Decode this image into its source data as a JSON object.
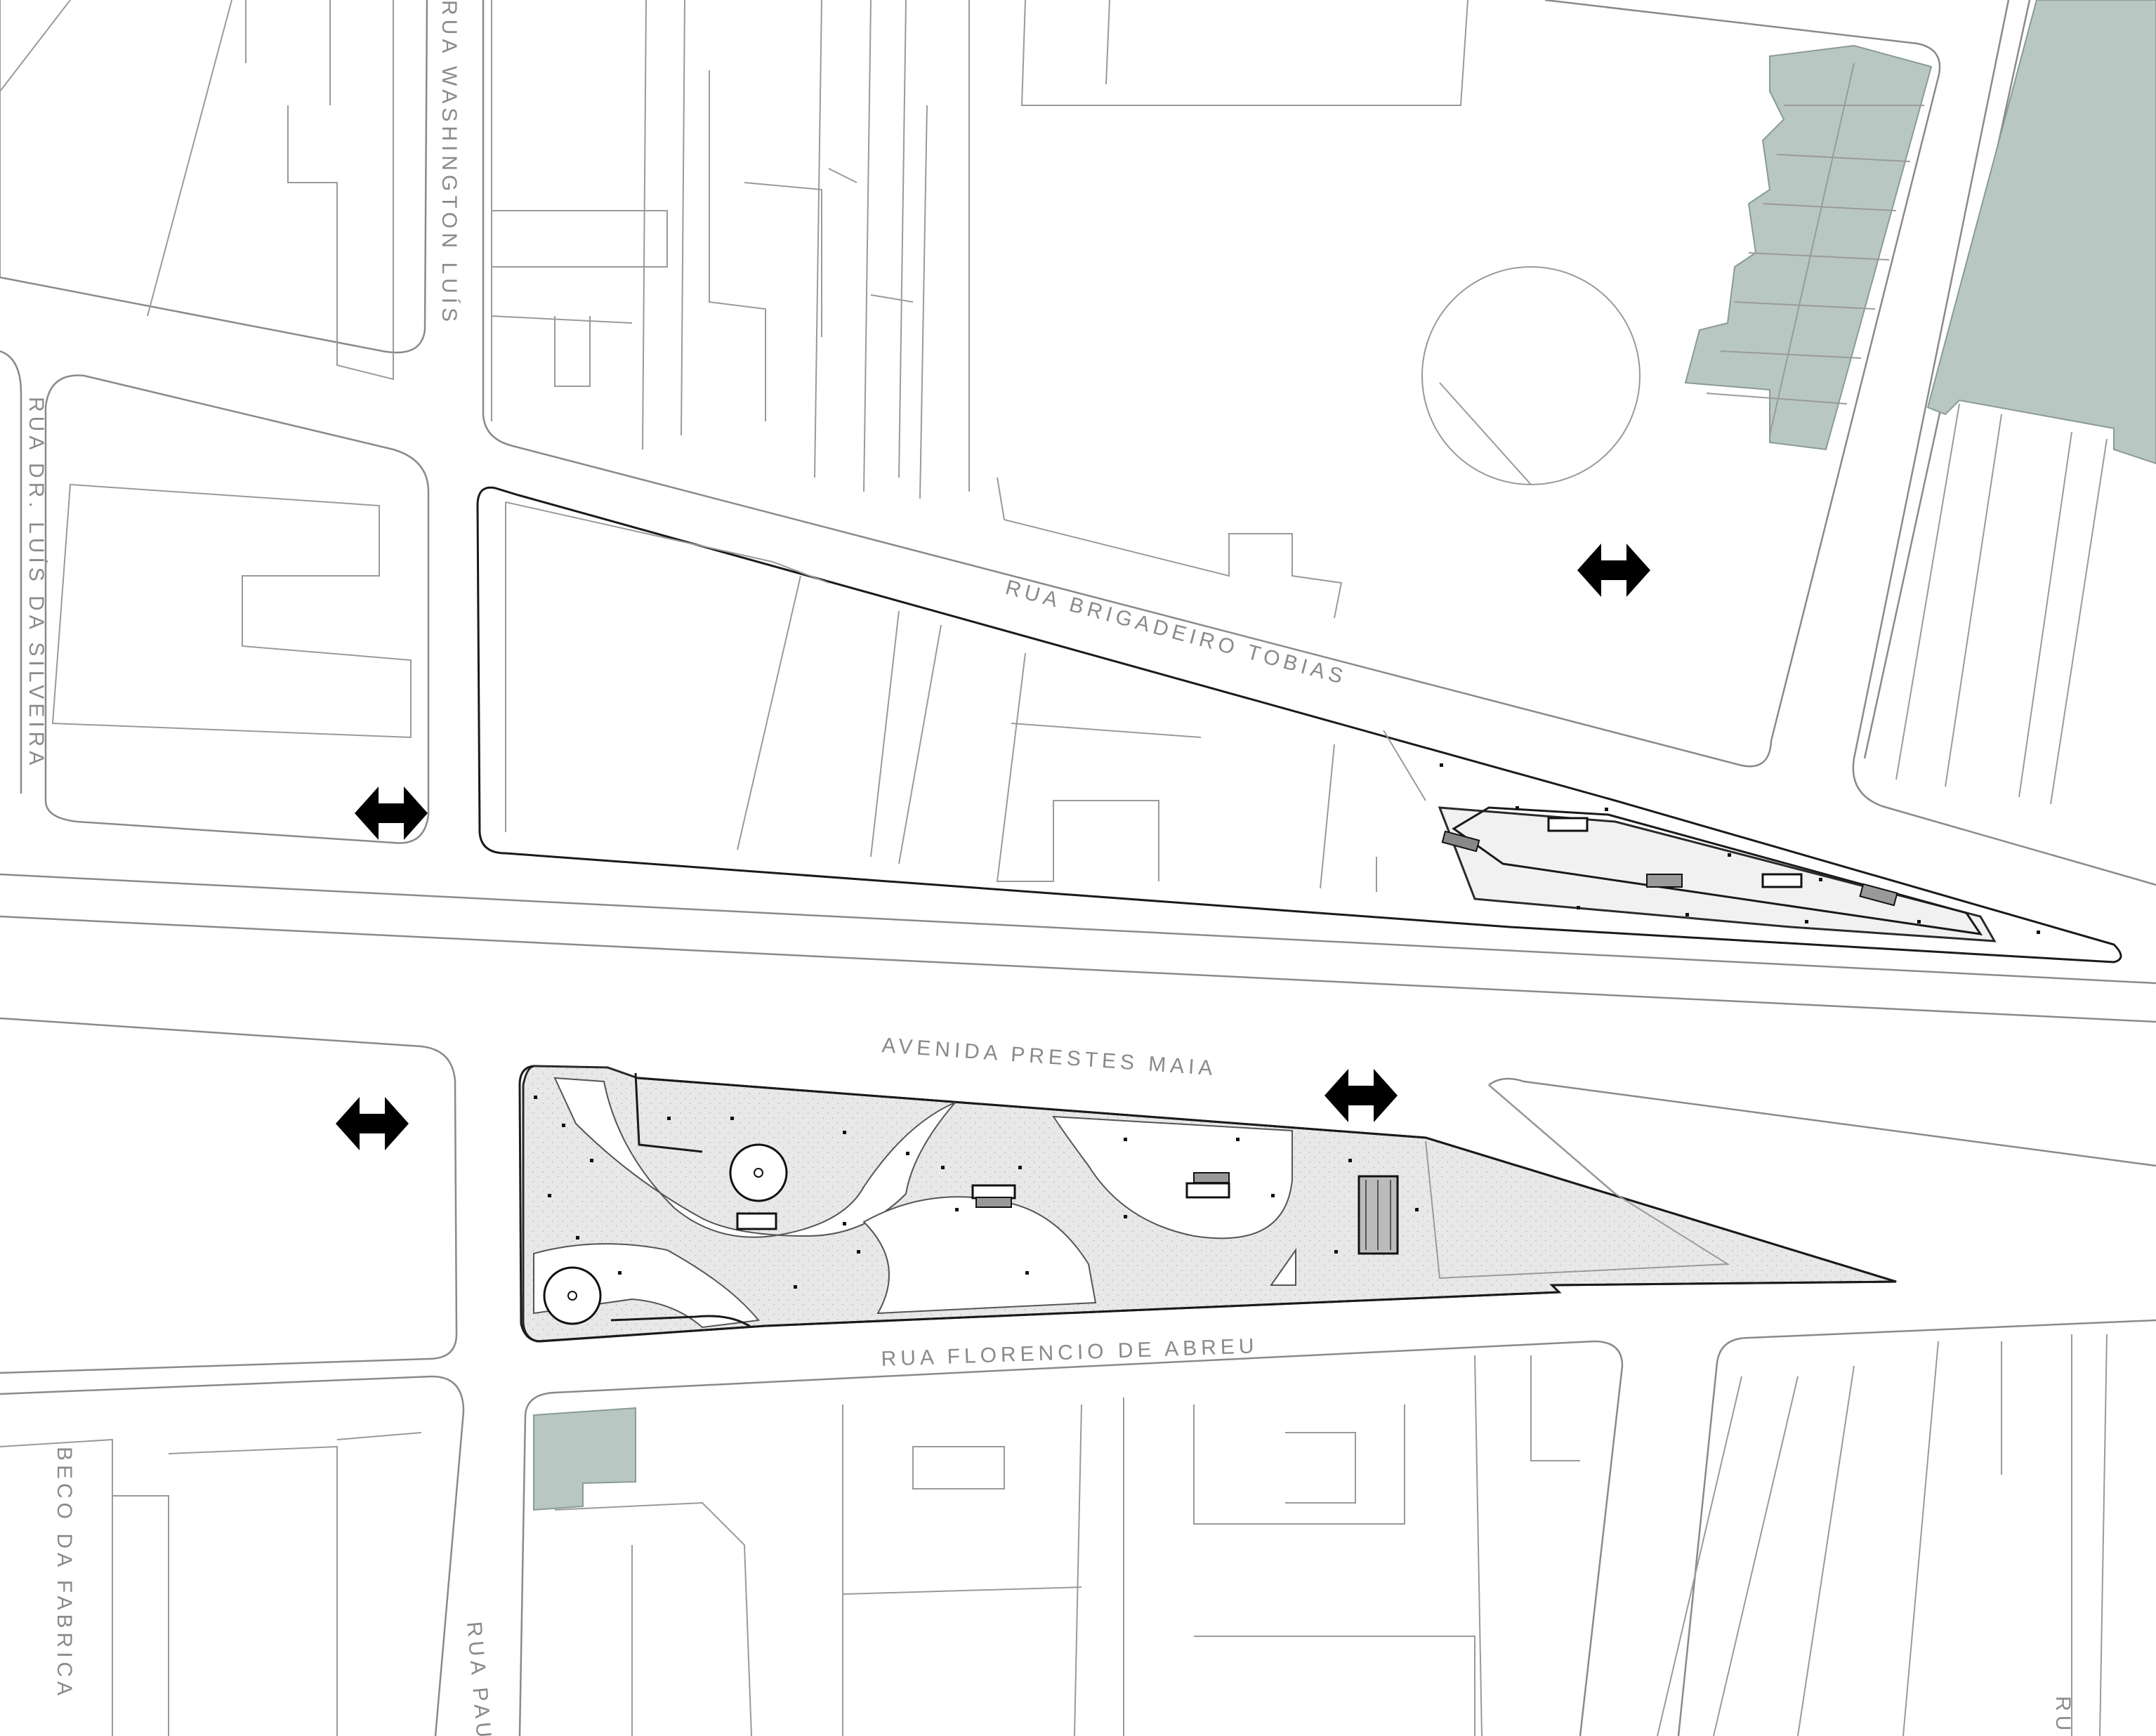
{
  "map": {
    "background": "#ffffff",
    "highlight_color": "#b8c7c2",
    "plaza_color": "#e6e6e6",
    "street_labels": {
      "washington_luis": "RUA WASHINGTON LUÍS",
      "luis_da_silveira": "RUA DR. LUÍS DA SILVEIRA",
      "brigadeiro_tobias": "RUA BRIGADEIRO TOBIAS",
      "prestes_maia": "AVENIDA PRESTES MAIA",
      "florencio_de_abreu": "RUA FLORENCIO DE ABREU",
      "beco_da_fabrica": "BECO DA FABRICA",
      "rua_paula": "RUA PAULA",
      "rua_right_edge": "RU"
    },
    "markers": [
      "two-way-arrow-icon",
      "two-way-arrow-icon",
      "two-way-arrow-icon",
      "two-way-arrow-icon"
    ]
  }
}
